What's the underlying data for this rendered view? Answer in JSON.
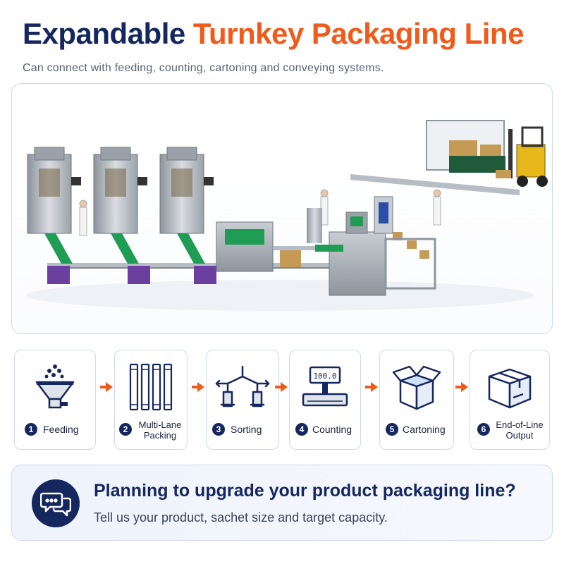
{
  "header": {
    "title_part1": "Expandable",
    "title_part2": "Turnkey Packaging Line",
    "subtitle": "Can connect with feeding, counting, cartoning and conveying systems."
  },
  "hero": {
    "icon": "packaging-line-illustration"
  },
  "steps": [
    {
      "number": "1",
      "label": "Feeding",
      "icon": "hopper-icon"
    },
    {
      "number": "2",
      "label": "Multi-Lane Packing",
      "icon": "stick-packs-icon"
    },
    {
      "number": "3",
      "label": "Sorting",
      "icon": "sorting-arrows-icon"
    },
    {
      "number": "4",
      "label": "Counting",
      "icon": "scale-icon"
    },
    {
      "number": "5",
      "label": "Cartoning",
      "icon": "open-carton-icon"
    },
    {
      "number": "6",
      "label": "End-of-Line Output",
      "icon": "sealed-box-icon"
    }
  ],
  "scale_readout": "100.0",
  "cta": {
    "heading": "Planning to upgrade your product packaging line?",
    "body": "Tell us your product, sachet size and target capacity.",
    "icon": "chat-bubbles-icon"
  },
  "colors": {
    "navy": "#14275e",
    "orange": "#f05a1a",
    "green": "#1f9d55",
    "purple": "#6a3fa0",
    "forklift_yellow": "#e8b81a"
  }
}
